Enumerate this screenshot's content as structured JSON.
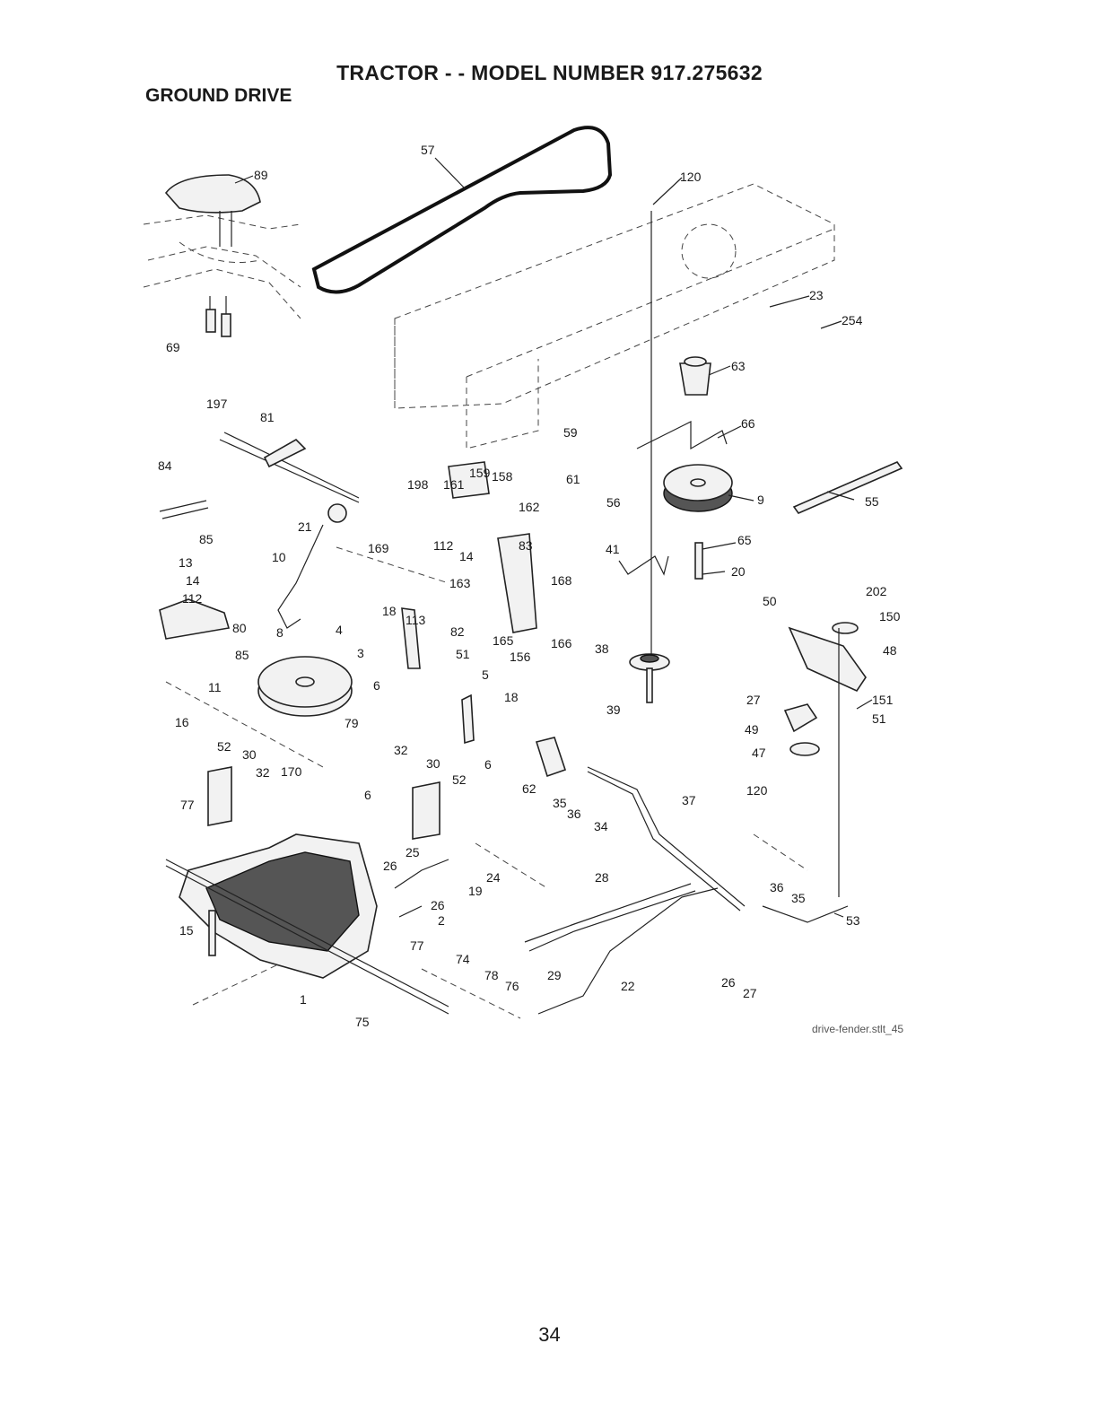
{
  "header": {
    "title": "TRACTOR - - MODEL NUMBER 917.275632",
    "subtitle": "GROUND DRIVE"
  },
  "diagram": {
    "callouts": [
      {
        "id": "c57",
        "label": "57"
      },
      {
        "id": "c89",
        "label": "89"
      },
      {
        "id": "c120a",
        "label": "120"
      },
      {
        "id": "c69",
        "label": "69"
      },
      {
        "id": "c23",
        "label": "23"
      },
      {
        "id": "c254",
        "label": "254"
      },
      {
        "id": "c63",
        "label": "63"
      },
      {
        "id": "c197",
        "label": "197"
      },
      {
        "id": "c81",
        "label": "81"
      },
      {
        "id": "c66",
        "label": "66"
      },
      {
        "id": "c59",
        "label": "59"
      },
      {
        "id": "c84",
        "label": "84"
      },
      {
        "id": "c198",
        "label": "198"
      },
      {
        "id": "c161",
        "label": "161"
      },
      {
        "id": "c159",
        "label": "159"
      },
      {
        "id": "c158",
        "label": "158"
      },
      {
        "id": "c61",
        "label": "61"
      },
      {
        "id": "c56",
        "label": "56"
      },
      {
        "id": "c9",
        "label": "9"
      },
      {
        "id": "c55",
        "label": "55"
      },
      {
        "id": "c162",
        "label": "162"
      },
      {
        "id": "c21",
        "label": "21"
      },
      {
        "id": "c85a",
        "label": "85"
      },
      {
        "id": "c169",
        "label": "169"
      },
      {
        "id": "c112a",
        "label": "112"
      },
      {
        "id": "c83",
        "label": "83"
      },
      {
        "id": "c65",
        "label": "65"
      },
      {
        "id": "c41",
        "label": "41"
      },
      {
        "id": "c14a",
        "label": "14"
      },
      {
        "id": "c10",
        "label": "10"
      },
      {
        "id": "c13",
        "label": "13"
      },
      {
        "id": "c20",
        "label": "20"
      },
      {
        "id": "c14b",
        "label": "14"
      },
      {
        "id": "c163",
        "label": "163"
      },
      {
        "id": "c168",
        "label": "168"
      },
      {
        "id": "c202",
        "label": "202"
      },
      {
        "id": "c112b",
        "label": "112"
      },
      {
        "id": "c50",
        "label": "50"
      },
      {
        "id": "c150",
        "label": "150"
      },
      {
        "id": "c80",
        "label": "80"
      },
      {
        "id": "c18a",
        "label": "18"
      },
      {
        "id": "c113",
        "label": "113"
      },
      {
        "id": "c8",
        "label": "8"
      },
      {
        "id": "c4",
        "label": "4"
      },
      {
        "id": "c82",
        "label": "82"
      },
      {
        "id": "c165",
        "label": "165"
      },
      {
        "id": "c166",
        "label": "166"
      },
      {
        "id": "c48",
        "label": "48"
      },
      {
        "id": "c85b",
        "label": "85"
      },
      {
        "id": "c3",
        "label": "3"
      },
      {
        "id": "c51a",
        "label": "51"
      },
      {
        "id": "c156",
        "label": "156"
      },
      {
        "id": "c38",
        "label": "38"
      },
      {
        "id": "c11",
        "label": "11"
      },
      {
        "id": "c5",
        "label": "5"
      },
      {
        "id": "c6a",
        "label": "6"
      },
      {
        "id": "c18b",
        "label": "18"
      },
      {
        "id": "c27a",
        "label": "27"
      },
      {
        "id": "c151",
        "label": "151"
      },
      {
        "id": "c16",
        "label": "16"
      },
      {
        "id": "c79",
        "label": "79"
      },
      {
        "id": "c39",
        "label": "39"
      },
      {
        "id": "c51b",
        "label": "51"
      },
      {
        "id": "c49",
        "label": "49"
      },
      {
        "id": "c52a",
        "label": "52"
      },
      {
        "id": "c30a",
        "label": "30"
      },
      {
        "id": "c32a",
        "label": "32"
      },
      {
        "id": "c30b",
        "label": "30"
      },
      {
        "id": "c47",
        "label": "47"
      },
      {
        "id": "c6b",
        "label": "6"
      },
      {
        "id": "c32b",
        "label": "32"
      },
      {
        "id": "c170",
        "label": "170"
      },
      {
        "id": "c52b",
        "label": "52"
      },
      {
        "id": "c62",
        "label": "62"
      },
      {
        "id": "c120b",
        "label": "120"
      },
      {
        "id": "c77a",
        "label": "77"
      },
      {
        "id": "c6c",
        "label": "6"
      },
      {
        "id": "c35a",
        "label": "35"
      },
      {
        "id": "c36a",
        "label": "36"
      },
      {
        "id": "c37",
        "label": "37"
      },
      {
        "id": "c34",
        "label": "34"
      },
      {
        "id": "c25",
        "label": "25"
      },
      {
        "id": "c26a",
        "label": "26"
      },
      {
        "id": "c24",
        "label": "24"
      },
      {
        "id": "c28",
        "label": "28"
      },
      {
        "id": "c19",
        "label": "19"
      },
      {
        "id": "c36b",
        "label": "36"
      },
      {
        "id": "c35b",
        "label": "35"
      },
      {
        "id": "c26b",
        "label": "26"
      },
      {
        "id": "c2",
        "label": "2"
      },
      {
        "id": "c53",
        "label": "53"
      },
      {
        "id": "c15",
        "label": "15"
      },
      {
        "id": "c77b",
        "label": "77"
      },
      {
        "id": "c74",
        "label": "74"
      },
      {
        "id": "c29",
        "label": "29"
      },
      {
        "id": "c78",
        "label": "78"
      },
      {
        "id": "c76",
        "label": "76"
      },
      {
        "id": "c22",
        "label": "22"
      },
      {
        "id": "c26c",
        "label": "26"
      },
      {
        "id": "c1",
        "label": "1"
      },
      {
        "id": "c27b",
        "label": "27"
      },
      {
        "id": "c75",
        "label": "75"
      }
    ],
    "file_name": "drive-fender.stlt_45"
  },
  "footer": {
    "page_number": "34"
  }
}
